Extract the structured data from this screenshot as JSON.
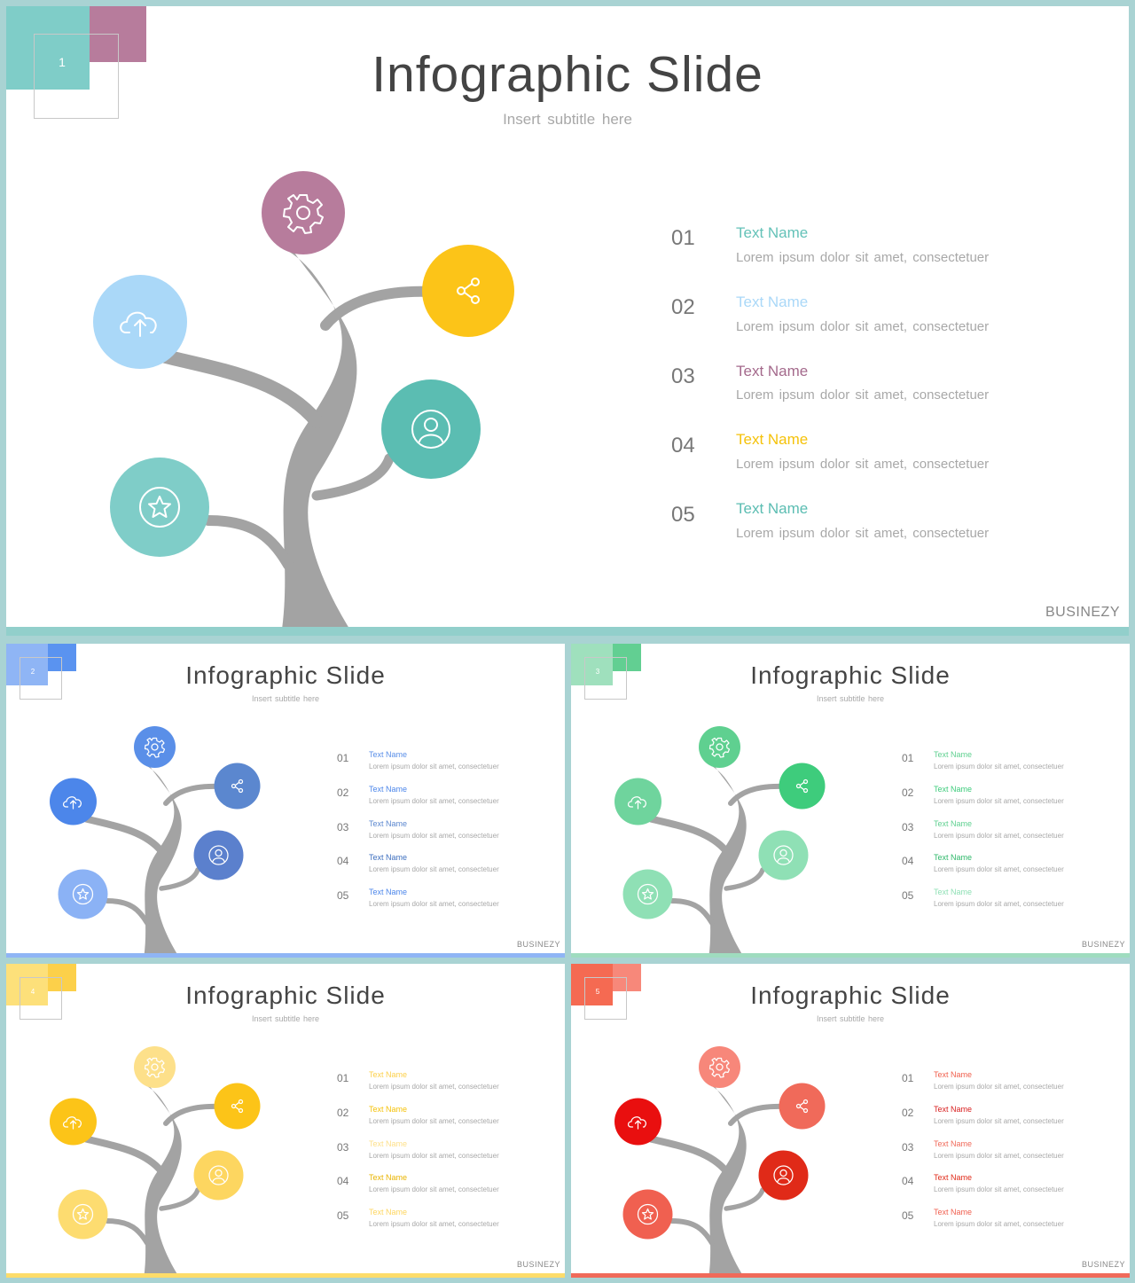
{
  "slides": [
    {
      "number": "1",
      "title": "Infographic Slide",
      "subtitle": "Insert  subtitle  here",
      "brand": "BUSINEZY",
      "colors": {
        "corner_a": "#7fcdc8",
        "corner_b": "#b77c9c",
        "bar": "#92cfcb"
      },
      "circles": [
        {
          "icon": "gear-icon",
          "color": "#b77c9c"
        },
        {
          "icon": "share-icon",
          "color": "#fcc418"
        },
        {
          "icon": "cloud-upload-icon",
          "color": "#aad8f8"
        },
        {
          "icon": "user-icon",
          "color": "#5bbdb2"
        },
        {
          "icon": "star-icon",
          "color": "#7fcdc8"
        }
      ],
      "items": [
        {
          "num": "01",
          "name": "Text Name",
          "desc": "Lorem  ipsum  dolor  sit  amet,  consectetuer",
          "color": "#64c2b8"
        },
        {
          "num": "02",
          "name": "Text Name",
          "desc": "Lorem  ipsum  dolor  sit  amet,  consectetuer",
          "color": "#aad8f8"
        },
        {
          "num": "03",
          "name": "Text Name",
          "desc": "Lorem  ipsum  dolor  sit  amet,  consectetuer",
          "color": "#a46a8c"
        },
        {
          "num": "04",
          "name": "Text Name",
          "desc": "Lorem  ipsum  dolor  sit  amet,  consectetuer",
          "color": "#f5c20a"
        },
        {
          "num": "05",
          "name": "Text Name",
          "desc": "Lorem  ipsum  dolor  sit  amet,  consectetuer",
          "color": "#5bbdb2"
        }
      ]
    },
    {
      "number": "2",
      "title": "Infographic Slide",
      "subtitle": "Insert  subtitle  here",
      "brand": "BUSINEZY",
      "colors": {
        "corner_a": "#8fb5f5",
        "corner_b": "#5a93f0",
        "bar": "#8fb5f5"
      },
      "circles": [
        {
          "icon": "gear-icon",
          "color": "#5a8fe8"
        },
        {
          "icon": "share-icon",
          "color": "#5b87cf"
        },
        {
          "icon": "cloud-upload-icon",
          "color": "#4c86ea"
        },
        {
          "icon": "user-icon",
          "color": "#5b80cd"
        },
        {
          "icon": "star-icon",
          "color": "#8bb2f5"
        }
      ],
      "items": [
        {
          "num": "01",
          "name": "Text Name",
          "desc": "Lorem  ipsum  dolor  sit  amet,  consectetuer",
          "color": "#5a8fe8"
        },
        {
          "num": "02",
          "name": "Text Name",
          "desc": "Lorem  ipsum  dolor  sit  amet,  consectetuer",
          "color": "#4c86ea"
        },
        {
          "num": "03",
          "name": "Text Name",
          "desc": "Lorem  ipsum  dolor  sit  amet,  consectetuer",
          "color": "#5b87cf"
        },
        {
          "num": "04",
          "name": "Text Name",
          "desc": "Lorem  ipsum  dolor  sit  amet,  consectetuer",
          "color": "#3e6fbf"
        },
        {
          "num": "05",
          "name": "Text Name",
          "desc": "Lorem  ipsum  dolor  sit  amet,  consectetuer",
          "color": "#4c86ea"
        }
      ]
    },
    {
      "number": "3",
      "title": "Infographic Slide",
      "subtitle": "Insert  subtitle  here",
      "brand": "BUSINEZY",
      "colors": {
        "corner_a": "#9fe0bd",
        "corner_b": "#62cf92",
        "bar": "#9fdcbf"
      },
      "circles": [
        {
          "icon": "gear-icon",
          "color": "#5fd090"
        },
        {
          "icon": "share-icon",
          "color": "#3ecc7c"
        },
        {
          "icon": "cloud-upload-icon",
          "color": "#6fd49d"
        },
        {
          "icon": "user-icon",
          "color": "#8fe0b5"
        },
        {
          "icon": "star-icon",
          "color": "#8fe0b5"
        }
      ],
      "items": [
        {
          "num": "01",
          "name": "Text Name",
          "desc": "Lorem  ipsum  dolor  sit  amet,  consectetuer",
          "color": "#5fd090"
        },
        {
          "num": "02",
          "name": "Text Name",
          "desc": "Lorem  ipsum  dolor  sit  amet,  consectetuer",
          "color": "#3ecc7c"
        },
        {
          "num": "03",
          "name": "Text Name",
          "desc": "Lorem  ipsum  dolor  sit  amet,  consectetuer",
          "color": "#5fd090"
        },
        {
          "num": "04",
          "name": "Text Name",
          "desc": "Lorem  ipsum  dolor  sit  amet,  consectetuer",
          "color": "#2fb86a"
        },
        {
          "num": "05",
          "name": "Text Name",
          "desc": "Lorem  ipsum  dolor  sit  amet,  consectetuer",
          "color": "#8fe0b5"
        }
      ]
    },
    {
      "number": "4",
      "title": "Infographic Slide",
      "subtitle": "Insert  subtitle  here",
      "brand": "BUSINEZY",
      "colors": {
        "corner_a": "#fde07a",
        "corner_b": "#fcd04a",
        "bar": "#fddc6a"
      },
      "circles": [
        {
          "icon": "gear-icon",
          "color": "#fde08a"
        },
        {
          "icon": "share-icon",
          "color": "#fcc418"
        },
        {
          "icon": "cloud-upload-icon",
          "color": "#fcc418"
        },
        {
          "icon": "user-icon",
          "color": "#fdd660"
        },
        {
          "icon": "star-icon",
          "color": "#fddc70"
        }
      ],
      "items": [
        {
          "num": "01",
          "name": "Text Name",
          "desc": "Lorem  ipsum  dolor  sit  amet,  consectetuer",
          "color": "#fcd04a"
        },
        {
          "num": "02",
          "name": "Text Name",
          "desc": "Lorem  ipsum  dolor  sit  amet,  consectetuer",
          "color": "#f5c20a"
        },
        {
          "num": "03",
          "name": "Text Name",
          "desc": "Lorem  ipsum  dolor  sit  amet,  consectetuer",
          "color": "#fde08a"
        },
        {
          "num": "04",
          "name": "Text Name",
          "desc": "Lorem  ipsum  dolor  sit  amet,  consectetuer",
          "color": "#e9b400"
        },
        {
          "num": "05",
          "name": "Text Name",
          "desc": "Lorem  ipsum  dolor  sit  amet,  consectetuer",
          "color": "#fdd660"
        }
      ]
    },
    {
      "number": "5",
      "title": "Infographic Slide",
      "subtitle": "Insert  subtitle  here",
      "brand": "BUSINEZY",
      "colors": {
        "corner_a": "#f56a52",
        "corner_b": "#f7887a",
        "bar": "#f06a5a"
      },
      "circles": [
        {
          "icon": "gear-icon",
          "color": "#f7877a"
        },
        {
          "icon": "share-icon",
          "color": "#f06a5a"
        },
        {
          "icon": "cloud-upload-icon",
          "color": "#e90f0f"
        },
        {
          "icon": "user-icon",
          "color": "#e02a18"
        },
        {
          "icon": "star-icon",
          "color": "#f06050"
        }
      ],
      "items": [
        {
          "num": "01",
          "name": "Text Name",
          "desc": "Lorem  ipsum  dolor  sit  amet,  consectetuer",
          "color": "#f0604e"
        },
        {
          "num": "02",
          "name": "Text Name",
          "desc": "Lorem  ipsum  dolor  sit  amet,  consectetuer",
          "color": "#d81e1e"
        },
        {
          "num": "03",
          "name": "Text Name",
          "desc": "Lorem  ipsum  dolor  sit  amet,  consectetuer",
          "color": "#f06a5a"
        },
        {
          "num": "04",
          "name": "Text Name",
          "desc": "Lorem  ipsum  dolor  sit  amet,  consectetuer",
          "color": "#e02a18"
        },
        {
          "num": "05",
          "name": "Text Name",
          "desc": "Lorem  ipsum  dolor  sit  amet,  consectetuer",
          "color": "#f06050"
        }
      ]
    }
  ]
}
